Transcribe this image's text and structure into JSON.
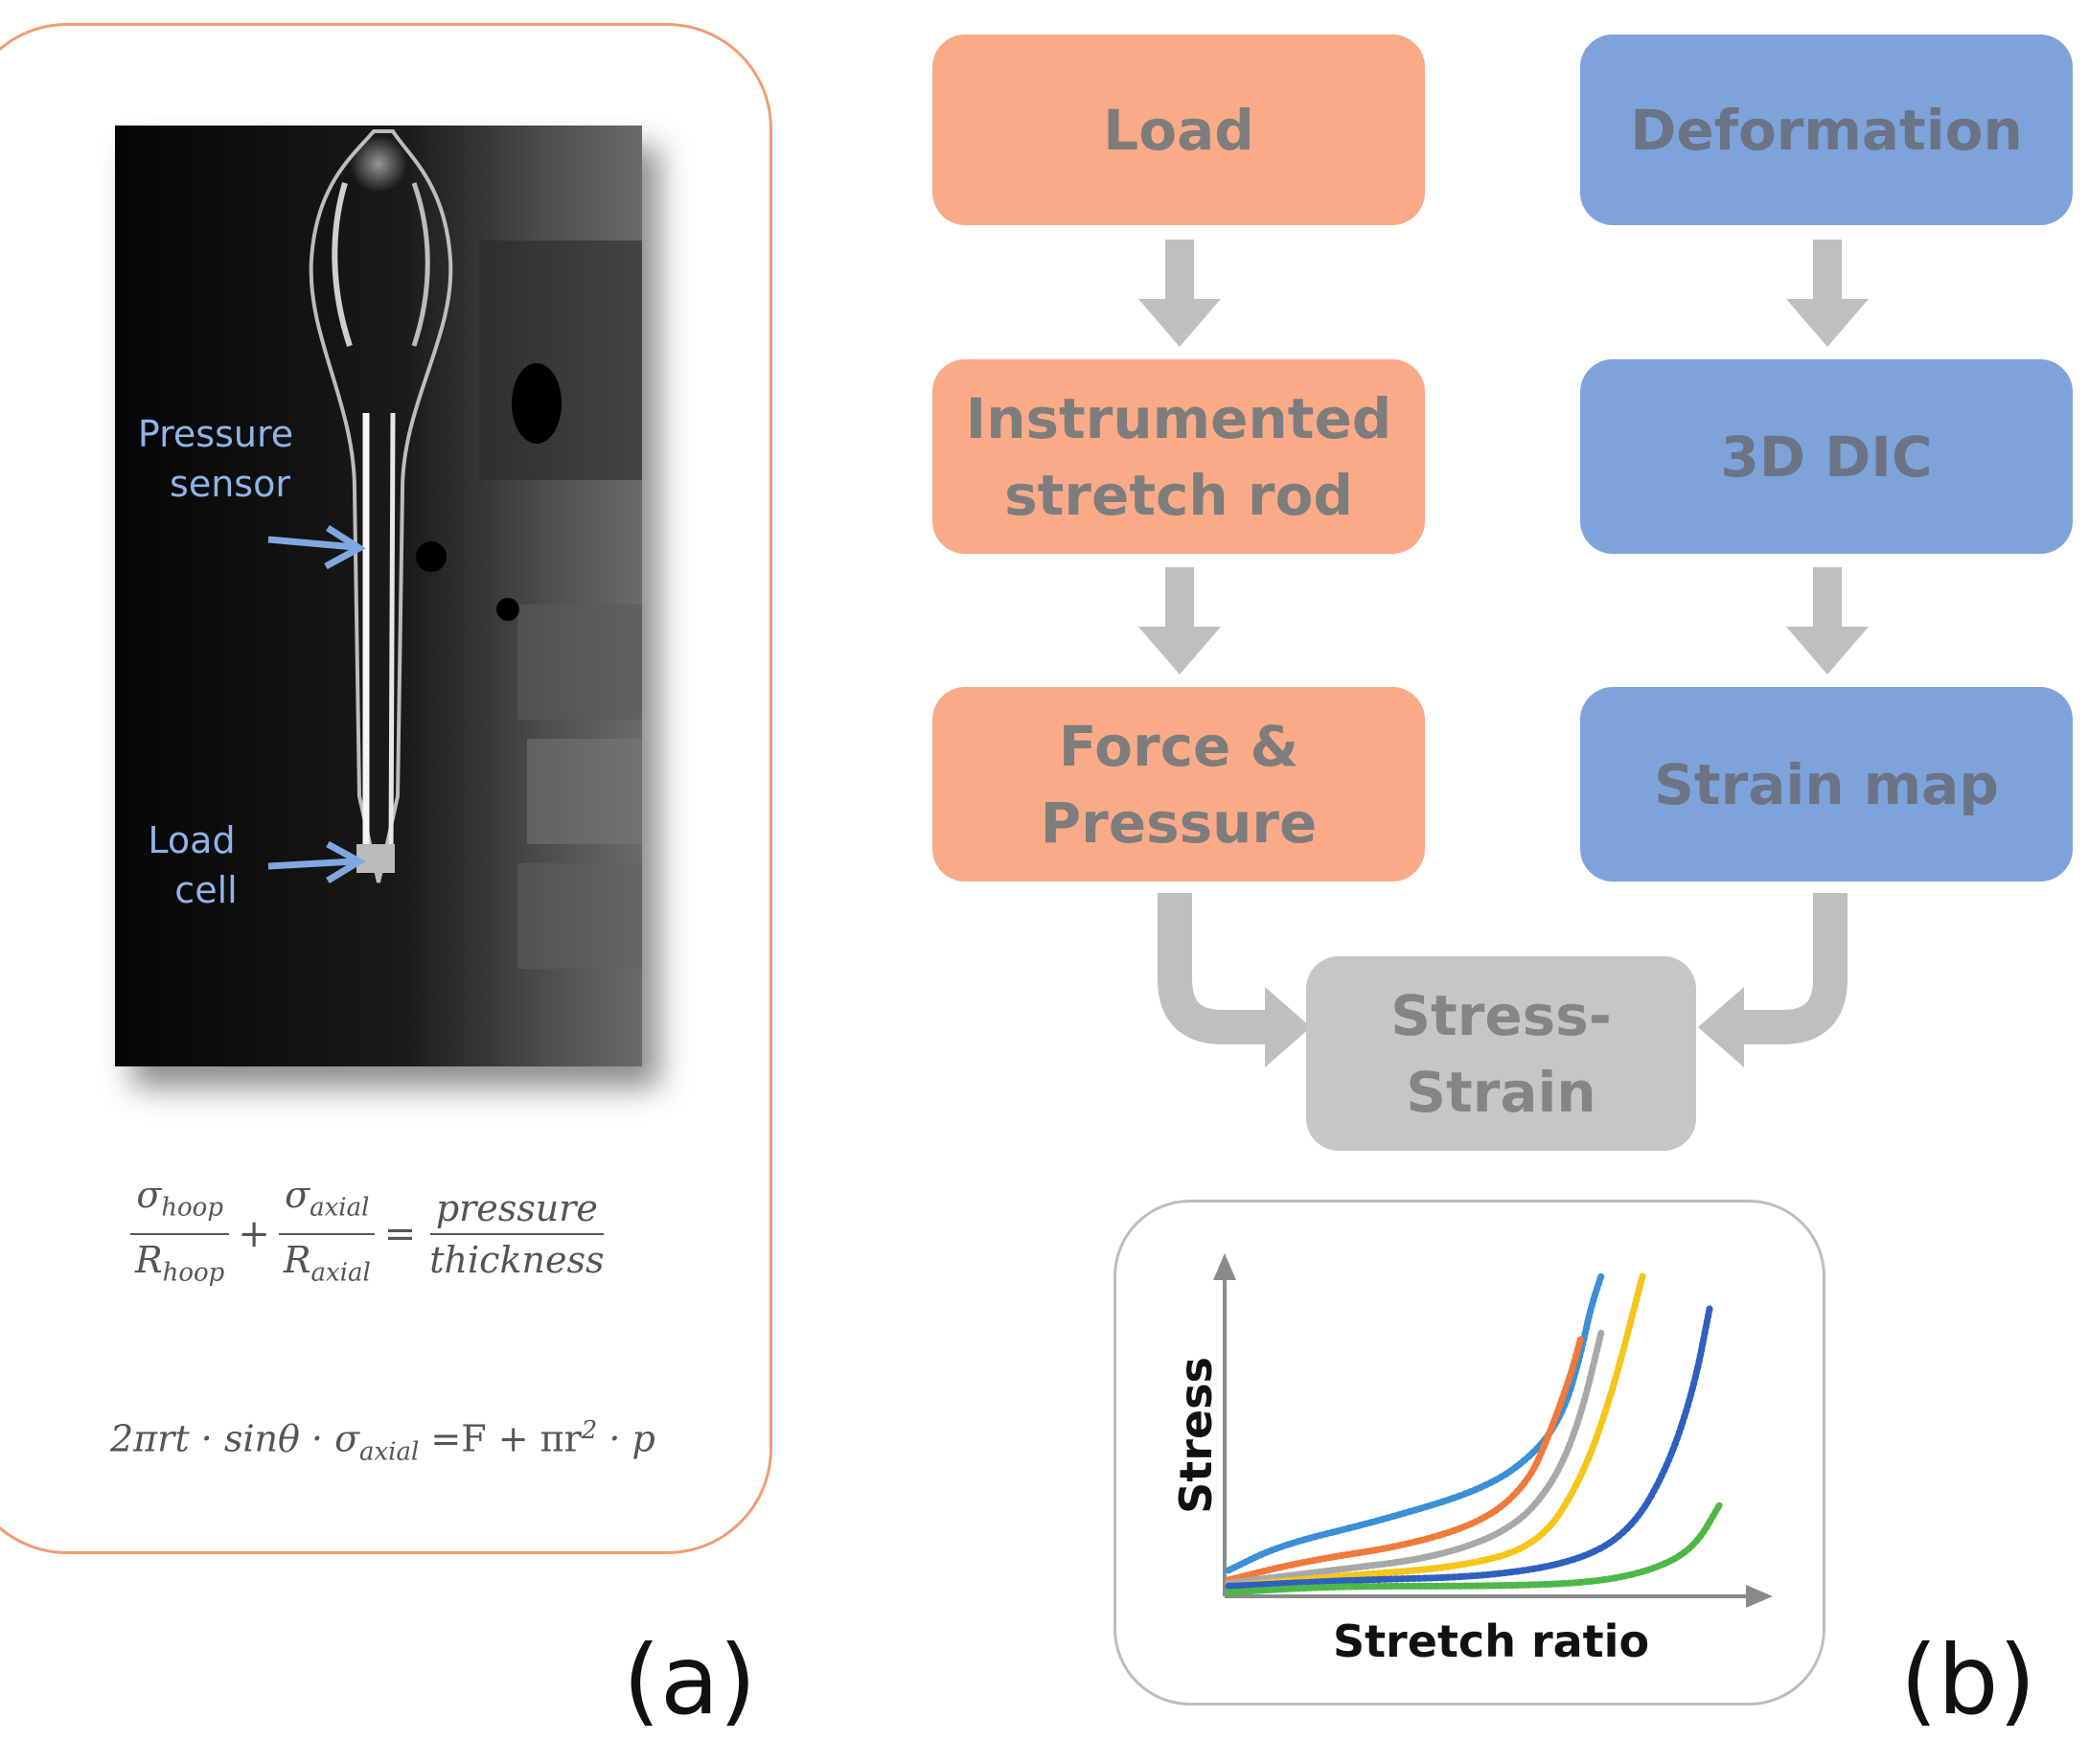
{
  "panel_a": {
    "letter": "(a)",
    "photo_labels": {
      "pressure_sensor_line1": "Pressure",
      "pressure_sensor_line2": "sensor",
      "load_cell_line1": "Load",
      "load_cell_line2": "cell"
    },
    "equation1": {
      "term1_num": "σ",
      "term1_num_sub": "hoop",
      "term1_den": "R",
      "term1_den_sub": "hoop",
      "plus": "+",
      "term2_num": "σ",
      "term2_num_sub": "axial",
      "term2_den": "R",
      "term2_den_sub": "axial",
      "equals": "=",
      "rhs_num": "pressure",
      "rhs_den": "thickness"
    },
    "equation2": {
      "lhs": "2πrt · sinθ · σ",
      "lhs_sub": "axial",
      "equals": "=",
      "rhs_a": "F + πr",
      "rhs_sup": "2",
      "rhs_b": " · p"
    }
  },
  "panel_b": {
    "letter": "(b)",
    "left_column": [
      "Load",
      "Instrumented stretch rod",
      "Force & Pressure"
    ],
    "left_lines": {
      "load": "Load",
      "rod_line1": "Instrumented",
      "rod_line2": "stretch rod",
      "force_line1": "Force &",
      "force_line2": "Pressure"
    },
    "right_lines": {
      "deformation": "Deformation",
      "dic": "3D DIC",
      "strain_map": "Strain map"
    },
    "result_lines": {
      "line1": "Stress-",
      "line2": "Strain"
    },
    "colors": {
      "orange_box": "#FBAA88",
      "blue_box": "#7EA3DB",
      "gray_box": "#C6C6C6",
      "arrow": "#BFBFBF"
    }
  },
  "chart_data": {
    "type": "line",
    "xlabel": "Stretch ratio",
    "ylabel": "Stress",
    "grid": false,
    "series": [
      {
        "color": "#3A8FD6",
        "x": [
          0,
          0.1,
          0.3,
          0.5,
          0.6,
          0.65,
          0.68,
          0.7,
          0.72
        ],
        "y": [
          0.07,
          0.15,
          0.23,
          0.33,
          0.45,
          0.58,
          0.75,
          0.9,
          1.0
        ]
      },
      {
        "color": "#F07A3A",
        "x": [
          0,
          0.15,
          0.35,
          0.5,
          0.58,
          0.62,
          0.66,
          0.68
        ],
        "y": [
          0.04,
          0.1,
          0.15,
          0.23,
          0.35,
          0.5,
          0.68,
          0.8
        ]
      },
      {
        "color": "#A8A8A8",
        "x": [
          0,
          0.2,
          0.4,
          0.55,
          0.63,
          0.68,
          0.72
        ],
        "y": [
          0.03,
          0.07,
          0.11,
          0.2,
          0.35,
          0.55,
          0.82
        ]
      },
      {
        "color": "#F5C518",
        "x": [
          0,
          0.2,
          0.45,
          0.6,
          0.68,
          0.74,
          0.8
        ],
        "y": [
          0.02,
          0.05,
          0.08,
          0.15,
          0.35,
          0.62,
          1.0
        ]
      },
      {
        "color": "#2F5FBF",
        "x": [
          0,
          0.25,
          0.5,
          0.68,
          0.78,
          0.85,
          0.9,
          0.93
        ],
        "y": [
          0.02,
          0.04,
          0.05,
          0.1,
          0.2,
          0.4,
          0.65,
          0.9
        ]
      },
      {
        "color": "#4DB848",
        "x": [
          0,
          0.2,
          0.5,
          0.7,
          0.82,
          0.9,
          0.95
        ],
        "y": [
          0.0,
          0.02,
          0.02,
          0.03,
          0.07,
          0.14,
          0.28
        ]
      }
    ]
  }
}
